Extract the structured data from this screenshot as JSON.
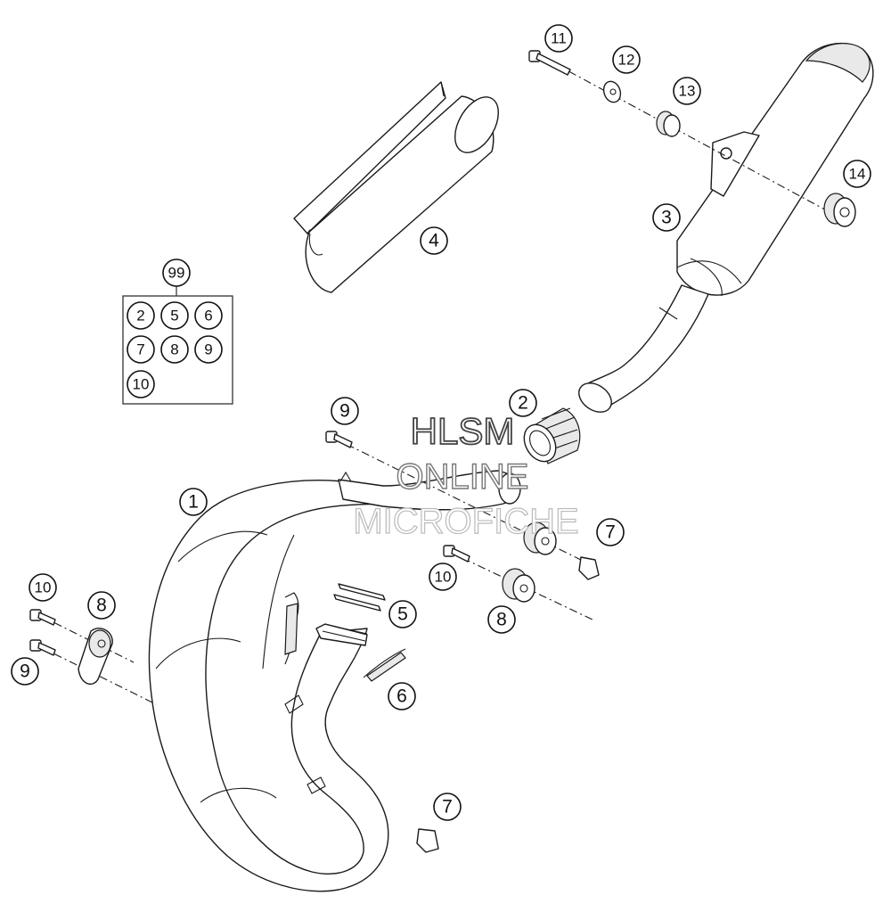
{
  "callouts": [
    {
      "id": "c1",
      "label": "1"
    },
    {
      "id": "c2",
      "label": "2"
    },
    {
      "id": "c3",
      "label": "3"
    },
    {
      "id": "c4",
      "label": "4"
    },
    {
      "id": "c5",
      "label": "5"
    },
    {
      "id": "c6",
      "label": "6"
    },
    {
      "id": "c7a",
      "label": "7"
    },
    {
      "id": "c7b",
      "label": "7"
    },
    {
      "id": "c8a",
      "label": "8"
    },
    {
      "id": "c8b",
      "label": "8"
    },
    {
      "id": "c9a",
      "label": "9"
    },
    {
      "id": "c9b",
      "label": "9"
    },
    {
      "id": "c10a",
      "label": "10"
    },
    {
      "id": "c10b",
      "label": "10"
    },
    {
      "id": "c11",
      "label": "11"
    },
    {
      "id": "c12",
      "label": "12"
    },
    {
      "id": "c13",
      "label": "13"
    },
    {
      "id": "c14",
      "label": "14"
    }
  ],
  "kit": {
    "label": "99",
    "items": [
      "2",
      "5",
      "6",
      "7",
      "8",
      "9",
      "10"
    ]
  },
  "watermark": {
    "line1": "HLSM",
    "line2": "ONLINE",
    "line3": "MICROFICHE"
  }
}
